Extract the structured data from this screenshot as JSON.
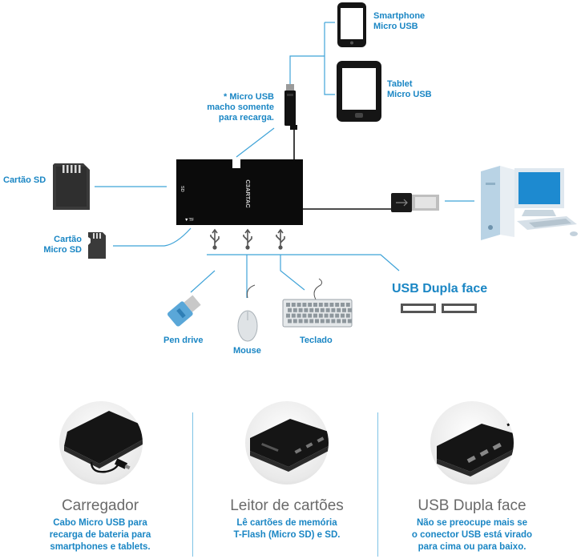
{
  "labels": {
    "smartphone_line1": "Smartphone",
    "smartphone_line2": "Micro USB",
    "tablet_line1": "Tablet",
    "tablet_line2": "Micro USB",
    "microusb_line1": "* Micro USB",
    "microusb_line2": "macho somente",
    "microusb_line3": "para recarga.",
    "sd_card": "Cartão SD",
    "micro_sd_line1": "Cartão",
    "micro_sd_line2": "Micro SD",
    "pen_drive": "Pen drive",
    "mouse": "Mouse",
    "keyboard": "Teclado",
    "usb_double": "USB Dupla face"
  },
  "device": {
    "brand": "C3ARTAC",
    "sd_mark": "SD",
    "tf_mark": "▼TF"
  },
  "features": [
    {
      "title": "Carregador",
      "desc1": "Cabo Micro USB para",
      "desc2": "recarga de bateria para",
      "desc3": "smartphones e tablets."
    },
    {
      "title": "Leitor de cartões",
      "desc1": "Lê cartões de memória",
      "desc2": "T-Flash (Micro SD) e SD.",
      "desc3": ""
    },
    {
      "title": "USB Dupla face",
      "desc1": "Não se preocupe mais se",
      "desc2": "o conector USB está virado",
      "desc3": "para cima ou para baixo."
    }
  ],
  "colors": {
    "accent": "#1a86c4",
    "line": "#3fa3d8",
    "device": "#0b0b0b",
    "title_gray": "#6a6a6a"
  }
}
